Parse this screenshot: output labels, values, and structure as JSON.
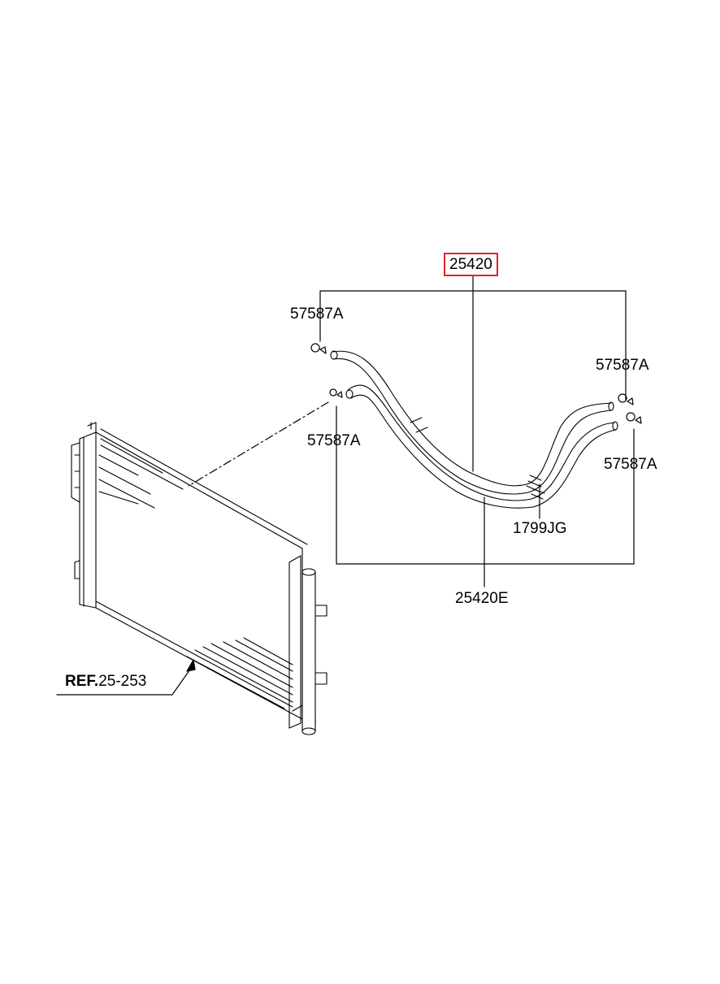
{
  "diagram": {
    "highlight_color": "#e0252a",
    "line_color": "#000000",
    "parts": {
      "main_assembly": "25420",
      "clamp_top_left": "57587A",
      "clamp_mid_left": "57587A",
      "clamp_top_right": "57587A",
      "clamp_bottom_right": "57587A",
      "hose_clip": "1799JG",
      "hose_sub": "25420E"
    },
    "reference": {
      "prefix": "REF.",
      "number": "25-253"
    }
  }
}
